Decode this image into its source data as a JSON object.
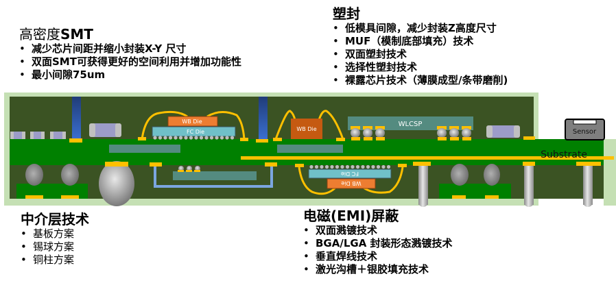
{
  "sections": {
    "high_density_smt": {
      "title_prefix": "高密度",
      "title_suffix": "SMT",
      "items": [
        "减少芯片间距并缩小封装X-Y 尺寸",
        "双面SMT可获得更好的空间利用并增加功能性",
        "最小间隙75um"
      ]
    },
    "molding": {
      "title": "塑封",
      "items": [
        "低模具间隙，减少封装Z高度尺寸",
        "MUF（模制底部填充）技术",
        "双面塑封技术",
        "选择性塑封技术",
        "裸露芯片技术（薄膜成型/条带磨削)"
      ]
    },
    "interposer": {
      "title": "中介层技术",
      "items": [
        "基板方案",
        "锡球方案",
        "铜柱方案"
      ]
    },
    "emi_shielding": {
      "title": "电磁(EMI)屏蔽",
      "items": [
        "双面溅镀技术",
        "BGA/LGA 封装形态溅镀技术",
        "垂直焊线技术",
        "激光沟槽＋银胶填充技术"
      ]
    }
  },
  "diagram": {
    "labels": {
      "wb_die": "WB Die",
      "fc_die": "FC Die",
      "wlcsp": "WLCSP",
      "sensor": "Sensor",
      "substrate": "Substrate"
    },
    "colors": {
      "shield": "#c5e0b4",
      "mold": "#3b5323",
      "substrate": "#008000",
      "pad": "#ffc000",
      "wire": "#ffc000",
      "wb_die": "#ed7d31",
      "wb_die_dark": "#c55a11",
      "fc_die": "#70c0c8",
      "embedded": "#548b80",
      "passive": "#9c9cc8",
      "via": "#3060b0",
      "trace": "#7ba6e0"
    }
  }
}
